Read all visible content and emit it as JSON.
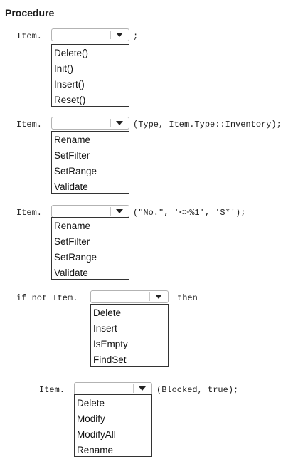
{
  "title": "Procedure",
  "blocks": [
    {
      "prefix": "Item.",
      "suffix": ";",
      "options": [
        "Delete()",
        "Init()",
        "Insert()",
        "Reset()"
      ]
    },
    {
      "prefix": "Item.",
      "suffix": "(Type, Item.Type::Inventory);",
      "options": [
        "Rename",
        "SetFilter",
        "SetRange",
        "Validate"
      ]
    },
    {
      "prefix": "Item.",
      "suffix": "(\"No.\", '<>%1', 'S*');",
      "options": [
        "Rename",
        "SetFilter",
        "SetRange",
        "Validate"
      ]
    },
    {
      "prefix": "if not Item.",
      "suffix": "then",
      "options": [
        "Delete",
        "Insert",
        "IsEmpty",
        "FindSet"
      ]
    },
    {
      "prefix": "Item.",
      "suffix": "(Blocked, true);",
      "options": [
        "Delete",
        "Modify",
        "ModifyAll",
        "Rename"
      ]
    }
  ]
}
